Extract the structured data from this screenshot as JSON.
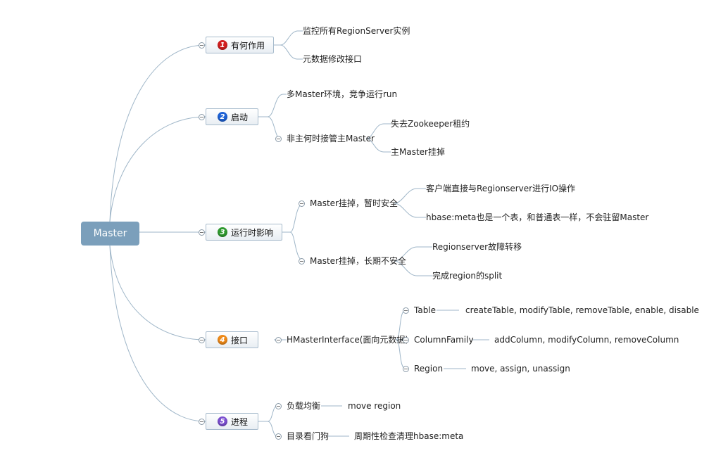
{
  "root": {
    "label": "Master"
  },
  "topics": [
    {
      "num": "1",
      "label": "有何作用",
      "color": "#d21f1f"
    },
    {
      "num": "2",
      "label": "启动",
      "color": "#1e62d6"
    },
    {
      "num": "3",
      "label": "运行时影响",
      "color": "#2f9a2f"
    },
    {
      "num": "4",
      "label": "接口",
      "color": "#ee8a1a"
    },
    {
      "num": "5",
      "label": "进程",
      "color": "#7b4fd0"
    }
  ],
  "t1": {
    "monitor": "监控所有RegionServer实例",
    "meta_iface": "元数据修改接口"
  },
  "t2": {
    "multi": "多Master环境，竞争运行run",
    "takeover": "非主何时接管主Master",
    "zk_lease": "失去Zookeeper租约",
    "master_down": "主Master挂掉"
  },
  "t3": {
    "short_down": "Master挂掉，暂时安全",
    "client_io": "客户端直接与Regionserver进行IO操作",
    "hbase_meta": "hbase:meta也是一个表，和普通表一样，不会驻留Master",
    "long_down": "Master挂掉，长期不安全",
    "failover": "Regionserver故障转移",
    "split": "完成region的split"
  },
  "t4": {
    "iface": "HMasterInterface(面向元数据)",
    "table": "Table",
    "table_ops": "createTable, modifyTable, removeTable, enable, disable",
    "cf": "ColumnFamily",
    "cf_ops": "addColumn, modifyColumn, removeColumn",
    "region": "Region",
    "region_ops": "move, assign, unassign"
  },
  "t5": {
    "lb": "负载均衡",
    "lb_detail": "move region",
    "catalog": "目录看门狗",
    "catalog_detail": "周期性检查清理hbase:meta"
  },
  "colors": {
    "line": "#9fb6c8",
    "root_fill": "#7b9fbb",
    "topic_border": "#a7bbcc"
  }
}
